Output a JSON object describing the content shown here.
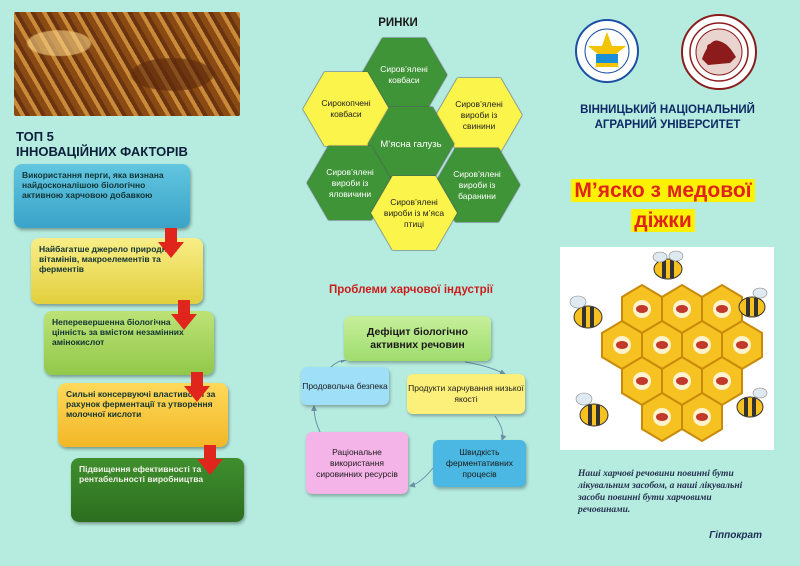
{
  "left": {
    "title_line1": "ТОП 5",
    "title_line2": "ІННОВАЦІЙНИХ ФАКТОРІВ",
    "steps": [
      "Використання перги, яка визнана найдосконалішою біологічно активною харчовою добавкою",
      "Найбагатше джерело природних вітамінів, макроелементів та ферментів",
      "Неперевершенна біологічна цінність за вмістом незамінних амінокислот",
      "Сильні консервуючі властивості за рахунок ферментації та утворення молочної кислоти",
      "Підвищення ефективності та рентабельності виробництва"
    ],
    "photo_icon": "honeycomb-photo"
  },
  "markets": {
    "title": "РИНКИ",
    "center": "М’ясна галузь",
    "cells": [
      "Сиров’ялені ковбаси",
      "Сирокопчені ковбаси",
      "Сиров’ялені вироби із свинини",
      "Сиров’ялені вироби із яловичини",
      "Сиров’ялені вироби із баранини",
      "Сиров’ялені вироби із м’яса птиці"
    ]
  },
  "problems": {
    "title": "Проблеми харчової індустрії",
    "main": "Дефіцит біологічно активних речовин",
    "quality": "Продукти харчування низької якості",
    "speed": "Швидкість ферментативних процесів",
    "rational": "Раціональне використання сировинних ресурсів",
    "safety": "Продовольча безпека"
  },
  "right": {
    "university_line1": "ВІННИЦЬКИЙ НАЦІОНАЛЬНИЙ",
    "university_line2": "АГРАРНИЙ УНІВЕРСИТЕТ",
    "title_line1": "М’яско з медової",
    "title_line2": "діжки",
    "quote": "Наші харчові речовини повинні бути лікувальним засобом, а наші лікувальні засоби повинні бути харчовими речовинами.",
    "author": "Гіппократ",
    "illustration_icon": "bees-honeycomb-illustration"
  },
  "colors": {
    "background": "#b6ecdf",
    "accent_red": "#e0231c",
    "title_yellow": "#fff200",
    "hex_green": "#3e9436",
    "hex_yellow": "#fbf44a"
  }
}
